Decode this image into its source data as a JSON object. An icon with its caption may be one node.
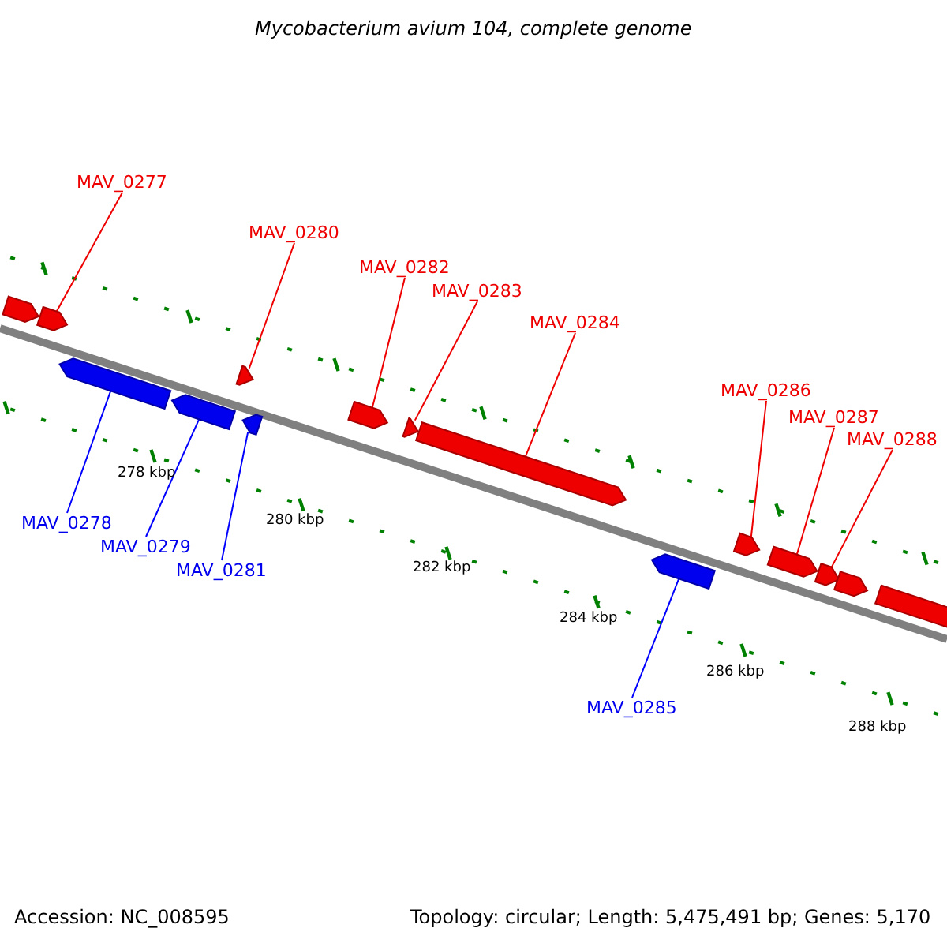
{
  "diagram": {
    "title": "Mycobacterium avium 104, complete genome",
    "nodes": [
      {
        "text": [
          "MAV_0277"
        ]
      },
      {
        "text": [
          "MAV_0280"
        ]
      },
      {
        "text": [
          "MAV_0282"
        ]
      },
      {
        "text": [
          "MAV_0283"
        ]
      },
      {
        "text": [
          "MAV_0284"
        ]
      },
      {
        "text": [
          "MAV_0286"
        ]
      },
      {
        "text": [
          "MAV_0287"
        ]
      },
      {
        "text": [
          "MAV_0288"
        ]
      },
      {
        "text": [
          "MAV_0278"
        ]
      },
      {
        "text": [
          "MAV_0279"
        ]
      },
      {
        "text": [
          "MAV_0281"
        ]
      },
      {
        "text": [
          "MAV_0285"
        ]
      },
      {
        "text": [],
        "shape": "arrow"
      },
      {
        "text": [],
        "shape": "arrow"
      },
      {
        "text": [],
        "shape": "arrow"
      },
      {
        "text": [],
        "shape": "arrow"
      },
      {
        "text": [],
        "shape": "arrow"
      },
      {
        "text": [],
        "shape": "arrow"
      },
      {
        "text": [],
        "shape": "arrow"
      },
      {
        "text": [],
        "shape": "arrow"
      },
      {
        "text": [],
        "shape": "arrow"
      },
      {
        "text": [],
        "shape": "arrow"
      },
      {
        "text": [],
        "shape": "arrow"
      },
      {
        "text": [],
        "shape": "arrow"
      },
      {
        "text": [],
        "shape": "arrow"
      },
      {
        "text": [],
        "shape": "arrow"
      },
      {
        "text": [],
        "shape": "arrow"
      }
    ],
    "edges": [
      {
        "from": 0,
        "to": 13,
        "arrow": "none"
      },
      {
        "from": 1,
        "to": 16,
        "arrow": "none"
      },
      {
        "from": 2,
        "to": 18,
        "arrow": "none"
      },
      {
        "from": 3,
        "to": 19,
        "arrow": "none"
      },
      {
        "from": 4,
        "to": 20,
        "arrow": "none"
      },
      {
        "from": 5,
        "to": 22,
        "arrow": "none"
      },
      {
        "from": 6,
        "to": 23,
        "arrow": "none"
      },
      {
        "from": 7,
        "to": 24,
        "arrow": "none"
      },
      {
        "from": 8,
        "to": 14,
        "arrow": "none",
        "color": "#0000ff"
      },
      {
        "from": 9,
        "to": 15,
        "arrow": "none",
        "color": "#0000ff"
      },
      {
        "from": 10,
        "to": 17,
        "arrow": "none",
        "color": "#0000ff"
      },
      {
        "from": 11,
        "to": 21,
        "arrow": "none",
        "color": "#0000ff"
      }
    ],
    "labels": [
      "278 kbp",
      "280 kbp",
      "282 kbp",
      "284 kbp",
      "286 kbp",
      "288 kbp",
      "Accession: NC_008595",
      "Topology: circular; Length: 5,475,491 bp; Genes: 5,170"
    ]
  }
}
